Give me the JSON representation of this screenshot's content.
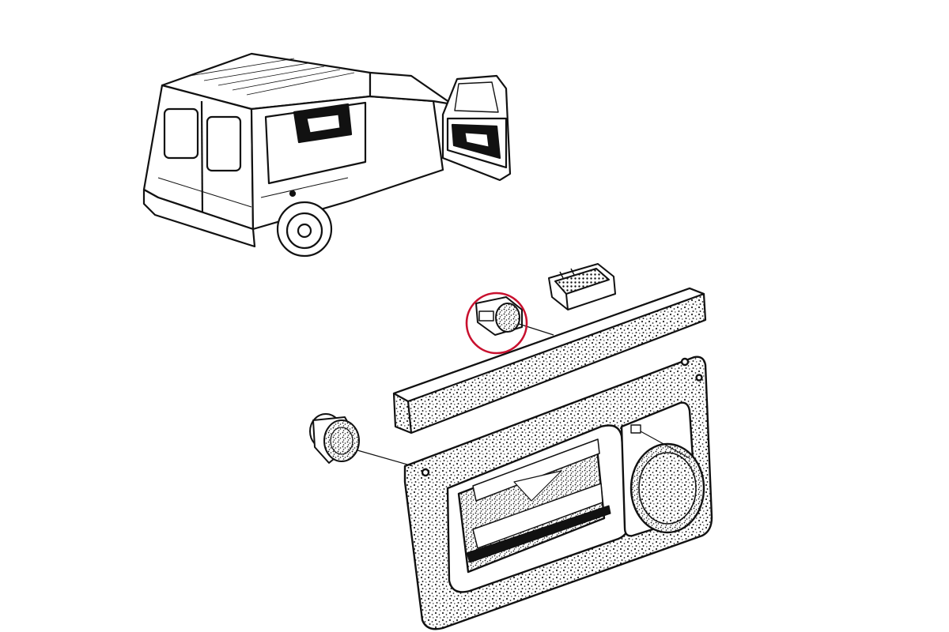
{
  "diagram": {
    "labels": [],
    "components": [
      {
        "id": "van",
        "name": "van-illustration"
      },
      {
        "id": "door-panel",
        "name": "door-trim-panel"
      },
      {
        "id": "upper-trim",
        "name": "upper-trim-strip"
      },
      {
        "id": "clip-small",
        "name": "retaining-clip-highlighted"
      },
      {
        "id": "clip-vent",
        "name": "vent-grille-clip"
      },
      {
        "id": "grommet",
        "name": "round-grommet-plug"
      }
    ],
    "highlight": {
      "target": "clip-small",
      "shape": "circle",
      "color": "#c8102e"
    },
    "colors": {
      "line": "#111111",
      "stipple": "#2a2a2a",
      "background": "#ffffff",
      "fill_light": "#ffffff"
    }
  }
}
